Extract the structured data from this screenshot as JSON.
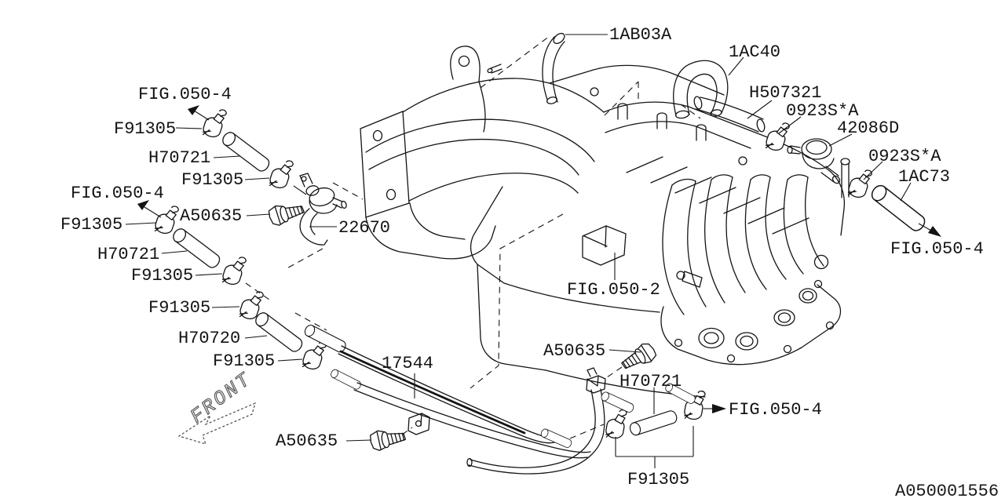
{
  "meta": {
    "drawing_number": "A050001556"
  },
  "orientation": {
    "front_label": "FRONT"
  },
  "callouts": {
    "fig050_4_top_left": "FIG.050-4",
    "f91305_1": "F91305",
    "h70721_1": "H70721",
    "f91305_2": "F91305",
    "fig050_4_mid_left": "FIG.050-4",
    "f91305_3": "F91305",
    "a50635_1": "A50635",
    "part_22670": "22670",
    "h70721_2": "H70721",
    "f91305_4": "F91305",
    "f91305_5": "F91305",
    "h70720": "H70720",
    "f91305_6": "F91305",
    "part_17544": "17544",
    "fig050_2": "FIG.050-2",
    "a50635_2": "A50635",
    "h70721_3": "H70721",
    "fig050_4_bottom_right": "FIG.050-4",
    "f91305_7": "F91305",
    "a50635_3": "A50635",
    "hose_1ab03a": "1AB03A",
    "hose_1ac40": "1AC40",
    "hose_h507321": "H507321",
    "clamp_0923s_1": "0923S*A",
    "part_42086d": "42086D",
    "clamp_0923s_2": "0923S*A",
    "hose_1ac73": "1AC73",
    "fig050_4_right": "FIG.050-4"
  }
}
